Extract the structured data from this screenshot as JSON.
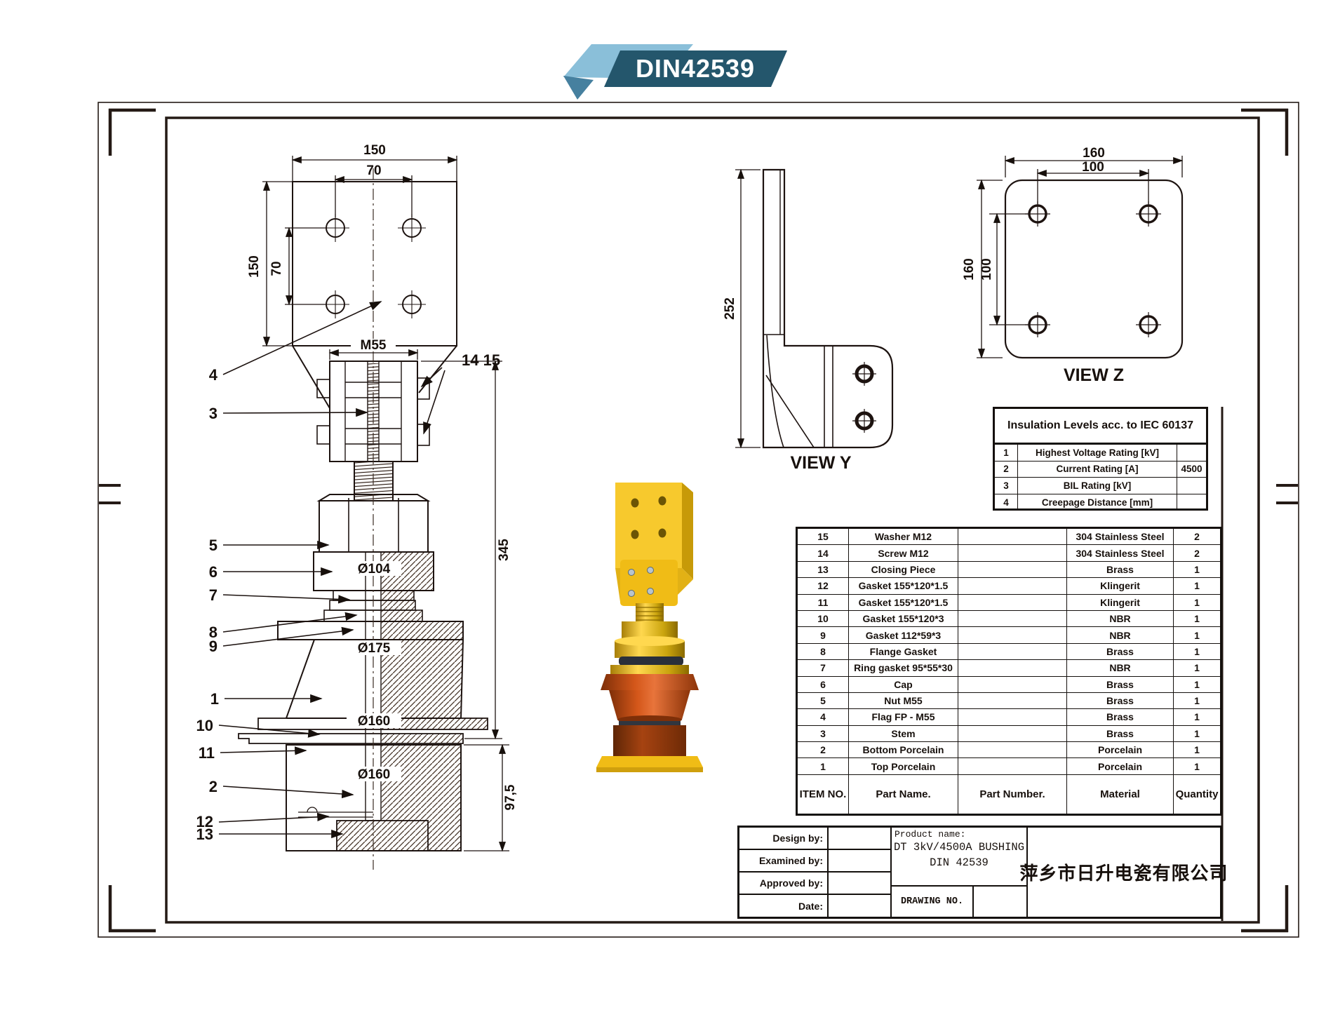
{
  "banner": {
    "label": "DIN42539"
  },
  "drawing": {
    "main_view": {
      "dim_flag_width": "150",
      "dim_flag_holes_h": "70",
      "dim_flag_height": "150",
      "dim_flag_holes_v": "70",
      "dim_thread": "M55",
      "dim_cap_diameter": "Ø104",
      "dim_skirt_diameter": "Ø175",
      "dim_top_porcelain_diameter": "Ø160",
      "dim_bottom_porcelain_diameter": "Ø160",
      "dim_overall_height": "345",
      "dim_bottom_porcelain_height": "97,5",
      "callout_1": "1",
      "callout_2": "2",
      "callout_3": "3",
      "callout_4": "4",
      "callout_5": "5",
      "callout_6": "6",
      "callout_7": "7",
      "callout_8": "8",
      "callout_9": "9",
      "callout_10": "10",
      "callout_11": "11",
      "callout_12": "12",
      "callout_13": "13",
      "callout_14_15": "14 15"
    },
    "view_y": {
      "title": "VIEW Y",
      "dim_height": "252"
    },
    "view_z": {
      "title": "VIEW Z",
      "dim_width": "160",
      "dim_hole_spacing_h": "100",
      "dim_height": "160",
      "dim_hole_spacing_v": "100"
    }
  },
  "insulation_table": {
    "title": "Insulation Levels acc. to IEC 60137",
    "rows": [
      {
        "no": "1",
        "name": "Highest Voltage Rating [kV]",
        "value": ""
      },
      {
        "no": "2",
        "name": "Current Rating [A]",
        "value": "4500"
      },
      {
        "no": "3",
        "name": "BIL Rating [kV]",
        "value": ""
      },
      {
        "no": "4",
        "name": "Creepage Distance [mm]",
        "value": ""
      }
    ]
  },
  "parts_table": {
    "headers": {
      "item": "ITEM NO.",
      "name": "Part Name.",
      "number": "Part Number.",
      "material": "Material",
      "quantity": "Quantity"
    },
    "rows": [
      {
        "item": "15",
        "name": "Washer M12",
        "number": "",
        "material": "304 Stainless Steel",
        "qty": "2"
      },
      {
        "item": "14",
        "name": "Screw M12",
        "number": "",
        "material": "304 Stainless Steel",
        "qty": "2"
      },
      {
        "item": "13",
        "name": "Closing Piece",
        "number": "",
        "material": "Brass",
        "qty": "1"
      },
      {
        "item": "12",
        "name": "Gasket 155*120*1.5",
        "number": "",
        "material": "Klingerit",
        "qty": "1"
      },
      {
        "item": "11",
        "name": "Gasket 155*120*1.5",
        "number": "",
        "material": "Klingerit",
        "qty": "1"
      },
      {
        "item": "10",
        "name": "Gasket 155*120*3",
        "number": "",
        "material": "NBR",
        "qty": "1"
      },
      {
        "item": "9",
        "name": "Gasket 112*59*3",
        "number": "",
        "material": "NBR",
        "qty": "1"
      },
      {
        "item": "8",
        "name": "Flange Gasket",
        "number": "",
        "material": "Brass",
        "qty": "1"
      },
      {
        "item": "7",
        "name": "Ring gasket 95*55*30",
        "number": "",
        "material": "NBR",
        "qty": "1"
      },
      {
        "item": "6",
        "name": "Cap",
        "number": "",
        "material": "Brass",
        "qty": "1"
      },
      {
        "item": "5",
        "name": "Nut M55",
        "number": "",
        "material": "Brass",
        "qty": "1"
      },
      {
        "item": "4",
        "name": "Flag FP - M55",
        "number": "",
        "material": "Brass",
        "qty": "1"
      },
      {
        "item": "3",
        "name": "Stem",
        "number": "",
        "material": "Brass",
        "qty": "1"
      },
      {
        "item": "2",
        "name": "Bottom Porcelain",
        "number": "",
        "material": "Porcelain",
        "qty": "1"
      },
      {
        "item": "1",
        "name": "Top Porcelain",
        "number": "",
        "material": "Porcelain",
        "qty": "1"
      }
    ]
  },
  "title_block": {
    "design_by_label": "Design by:",
    "examined_by_label": "Examined by:",
    "approved_by_label": "Approved by:",
    "date_label": "Date:",
    "design_by_value": "",
    "examined_by_value": "",
    "approved_by_value": "",
    "date_value": "",
    "product_name_label": "Product name:",
    "product_name_line1": "DT 3kV/4500A BUSHING",
    "product_name_line2": "DIN 42539",
    "drawing_no_label": "DRAWING NO.",
    "drawing_no_value": "",
    "company": "萍乡市日升电瓷有限公司"
  },
  "colors": {
    "line": "#1d1310",
    "banner_light": "#8abfd9",
    "banner_dark": "#24566c",
    "banner_fold": "#46809f",
    "brass": "#f2c11c",
    "porcelain_top": "#c35214",
    "porcelain_bottom": "#8a3a12"
  }
}
